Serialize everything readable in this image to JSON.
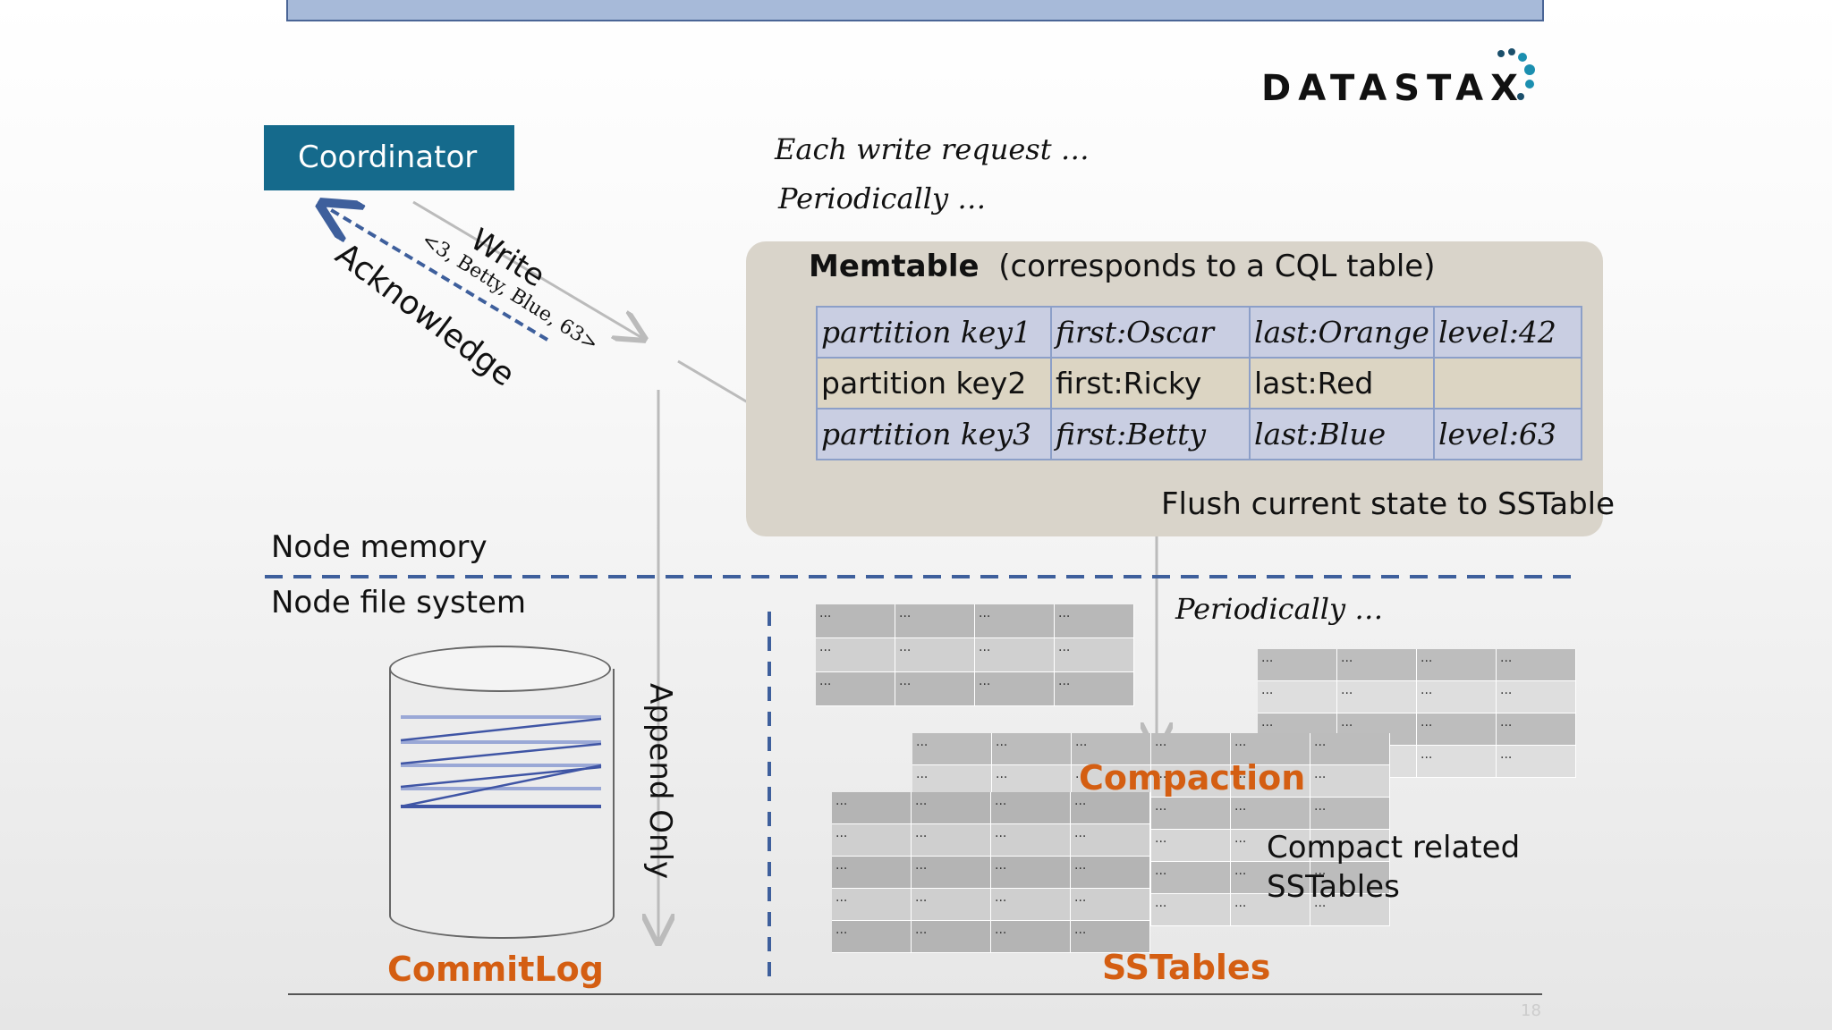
{
  "logo": {
    "text": "DATASTAX"
  },
  "coordinator": {
    "label": "Coordinator"
  },
  "arrows": {
    "write_label": "Write",
    "write_value": "<3, Betty, Blue, 63>",
    "ack_label": "Acknowledge"
  },
  "notes": {
    "each_write": "Each write request …",
    "periodically_top": "Periodically …",
    "periodically_mid": "Periodically …"
  },
  "memtable": {
    "title": "Memtable",
    "subtitle": "(corresponds to a CQL table)",
    "rows": [
      {
        "cells": [
          "partition key1",
          "first:Oscar",
          "last:Orange",
          "level:42"
        ],
        "italic": true
      },
      {
        "cells": [
          "partition key2",
          "first:Ricky",
          "last:Red",
          ""
        ],
        "italic": false
      },
      {
        "cells": [
          "partition key3",
          "first:Betty",
          "last:Blue",
          "level:63"
        ],
        "italic": true
      }
    ],
    "flush_label": "Flush current state to SSTable"
  },
  "regions": {
    "node_memory": "Node memory",
    "node_file_system": "Node file system"
  },
  "commitlog": {
    "label": "CommitLog",
    "append_label": "Append Only"
  },
  "sstables": {
    "label": "SSTables",
    "compaction_label": "Compaction",
    "compact_related_line1": "Compact related",
    "compact_related_line2": "SSTables",
    "cell_text": "..."
  },
  "slide_number": "18",
  "colors": {
    "coordinator_bg": "#156a8c",
    "accent_orange": "#d45e12",
    "dashed_blue": "#3e5f9c",
    "memtable_bg": "#d9d4ca"
  }
}
